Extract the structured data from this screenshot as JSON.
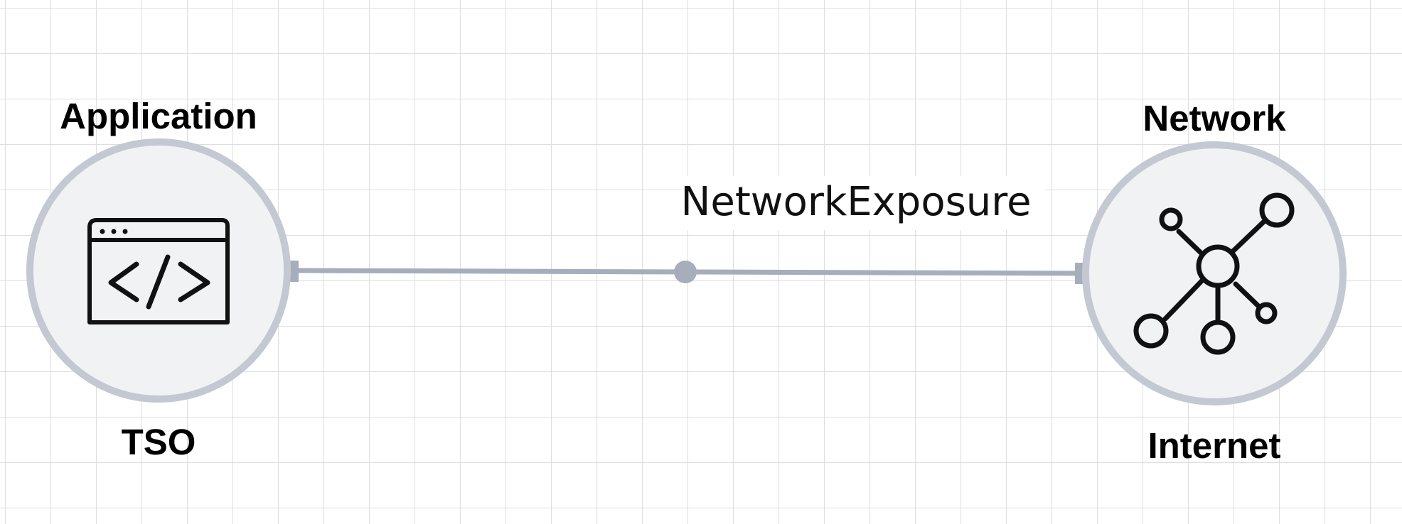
{
  "diagram": {
    "nodes": [
      {
        "id": "application",
        "type_label": "Application",
        "name": "TSO",
        "icon": "code-window-icon"
      },
      {
        "id": "network",
        "type_label": "Network",
        "name": "Internet",
        "icon": "network-hub-icon"
      }
    ],
    "edges": [
      {
        "from": "application",
        "to": "network",
        "label": "NetworkExposure"
      }
    ],
    "colors": {
      "grid": "#dcdee2",
      "node_fill": "#f1f2f4",
      "node_stroke": "#c3c8d2",
      "edge": "#a6aebb",
      "icon": "#111111",
      "text": "#000000"
    }
  }
}
